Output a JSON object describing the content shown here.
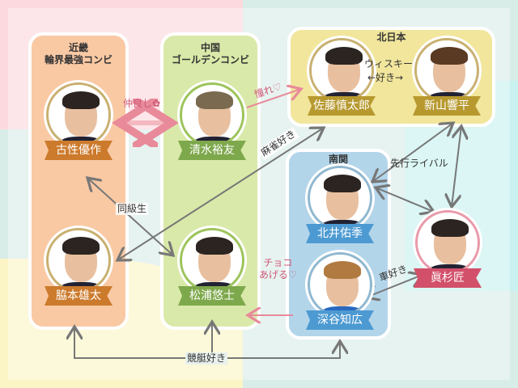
{
  "groups": [
    {
      "title_line1": "近畿",
      "title_line2": "輪界最強コンビ",
      "color": "#f9c9a4"
    },
    {
      "title_line1": "中国",
      "title_line2": "ゴールデンコンビ",
      "color": "#d9e9a9"
    },
    {
      "title_line1": "北日本",
      "color": "#f1e69c"
    },
    {
      "title_line1": "南関",
      "color": "#b3d5ea"
    }
  ],
  "people": [
    {
      "name": "古性優作",
      "color": "#cc7a2c"
    },
    {
      "name": "清水裕友",
      "color": "#7ea84c"
    },
    {
      "name": "佐藤慎太郎",
      "color": "#b7992f"
    },
    {
      "name": "新山響平",
      "color": "#b7992f"
    },
    {
      "name": "北井佑季",
      "color": "#4d9ad2"
    },
    {
      "name": "脇本雄太",
      "color": "#cc7a2c"
    },
    {
      "name": "松浦悠士",
      "color": "#7ea84c"
    },
    {
      "name": "深谷知広",
      "color": "#4d9ad2"
    },
    {
      "name": "眞杉匠",
      "color": "#d2506a"
    }
  ],
  "relations": {
    "nakayoshi": "仲良し✿",
    "akogare": "憧れ♡",
    "whisky_1": "ウィスキー",
    "whisky_2": "←好き→",
    "mahjong": "麻雀好き",
    "doukyuusei": "同級生",
    "senkou_rival": "先行ライバル",
    "kuruma": "車好き",
    "choco_1": "チョコ",
    "choco_2": "あげる♡",
    "kyoutei": "競艇好き"
  }
}
